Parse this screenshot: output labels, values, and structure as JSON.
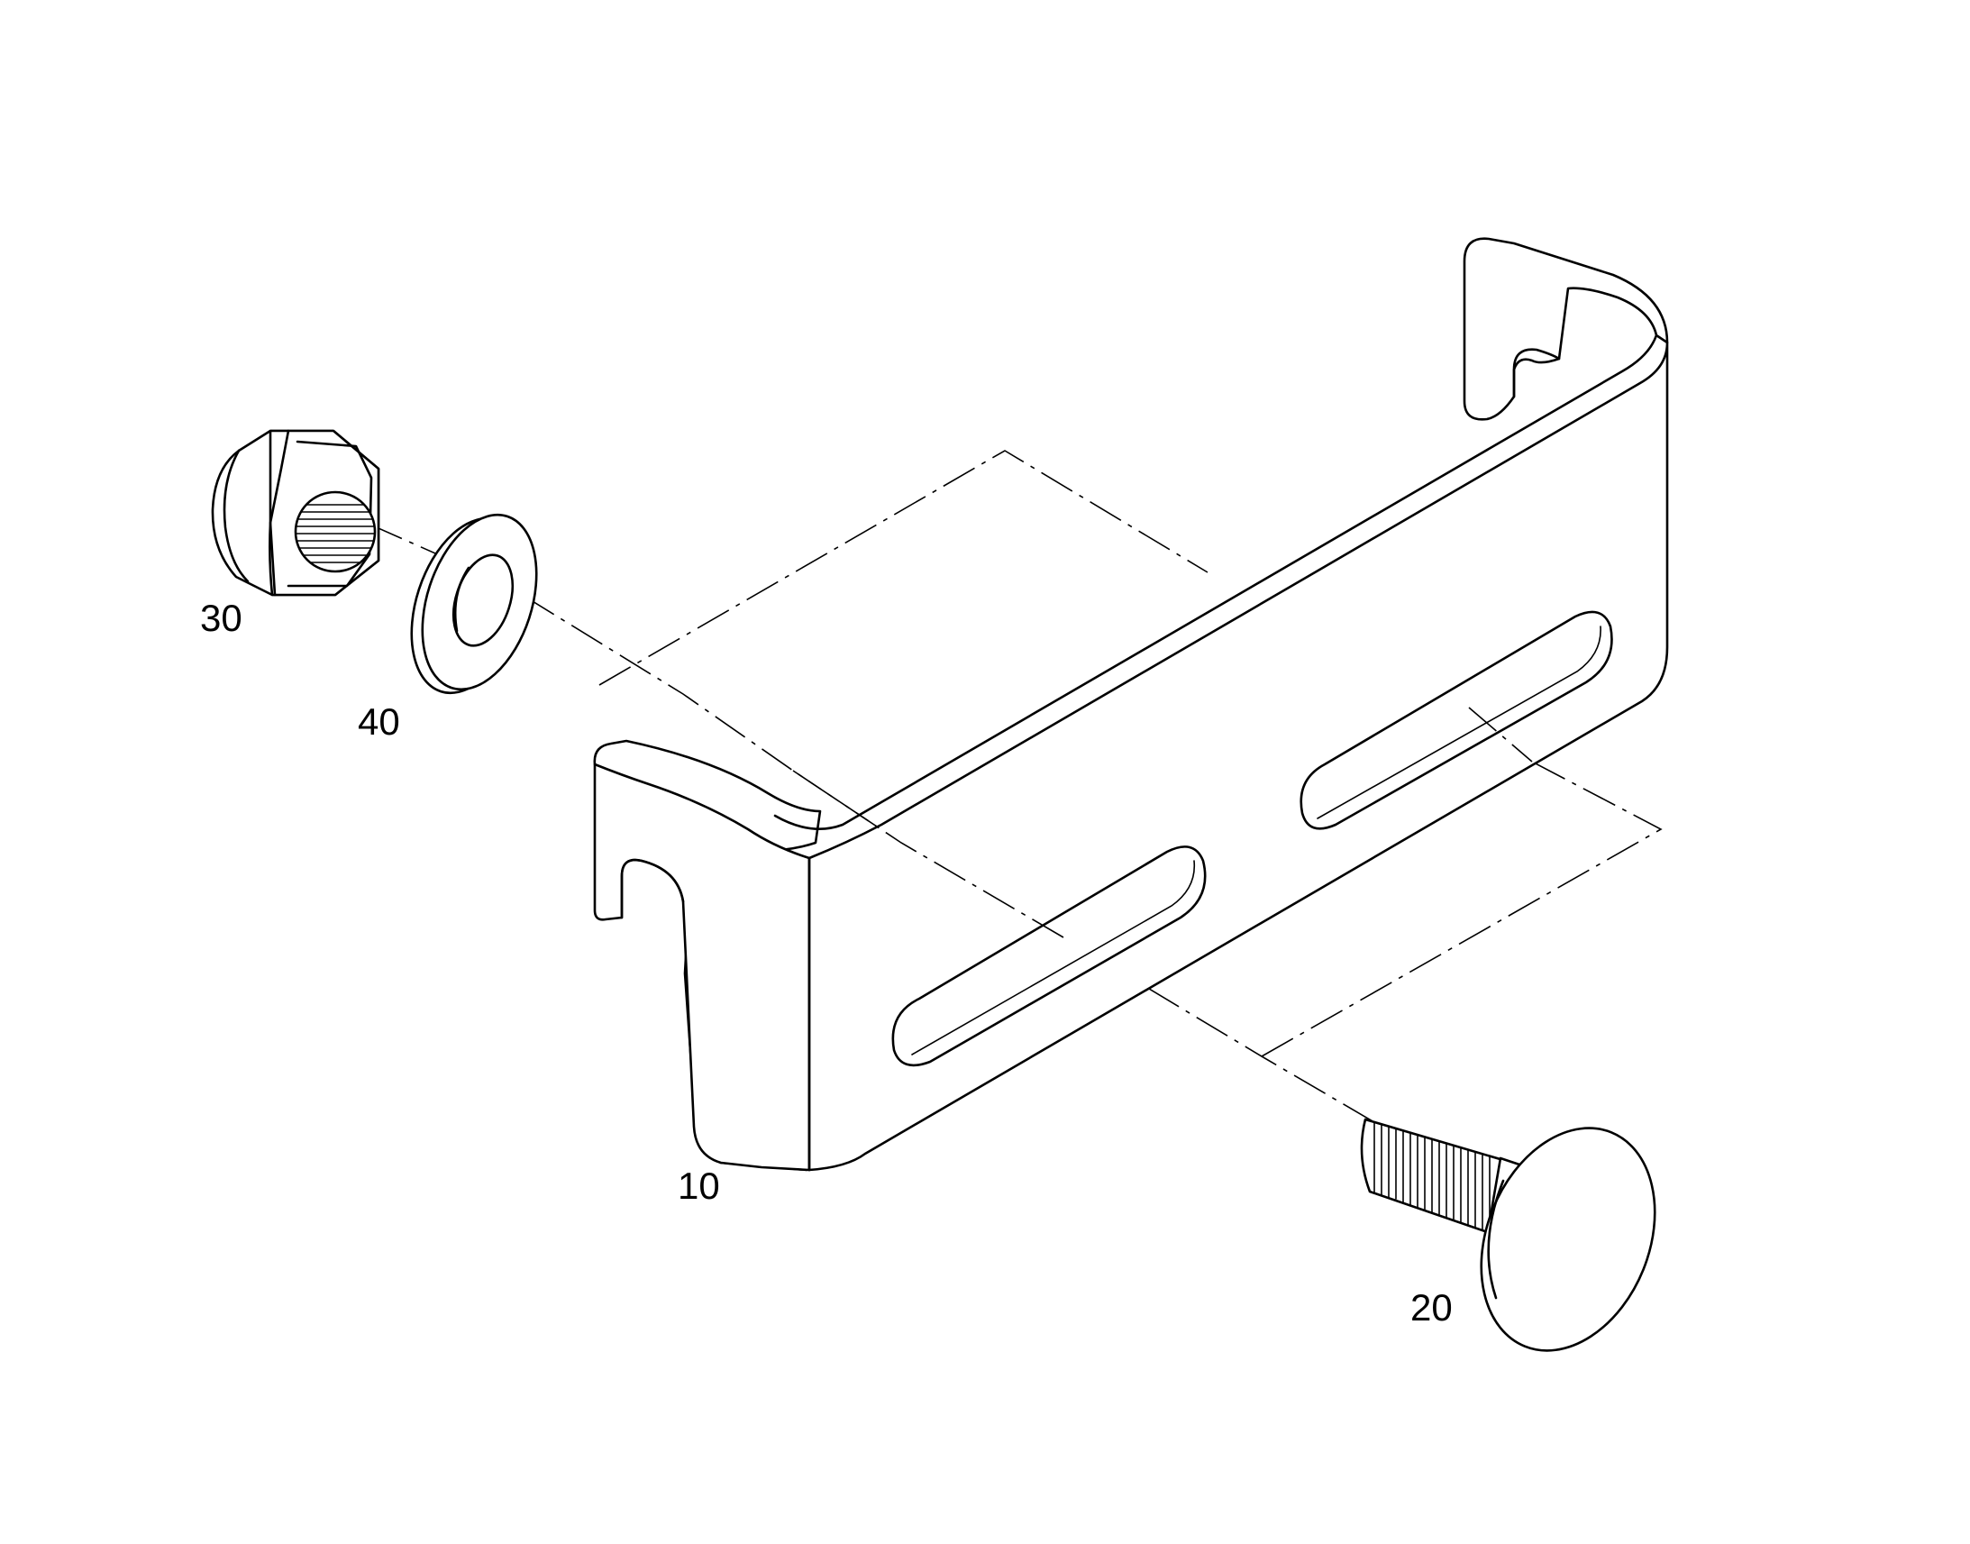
{
  "callouts": {
    "bracket": "10",
    "bolt": "20",
    "nut": "30",
    "washer": "40"
  },
  "colors": {
    "line": "#000000",
    "background": "#ffffff"
  }
}
